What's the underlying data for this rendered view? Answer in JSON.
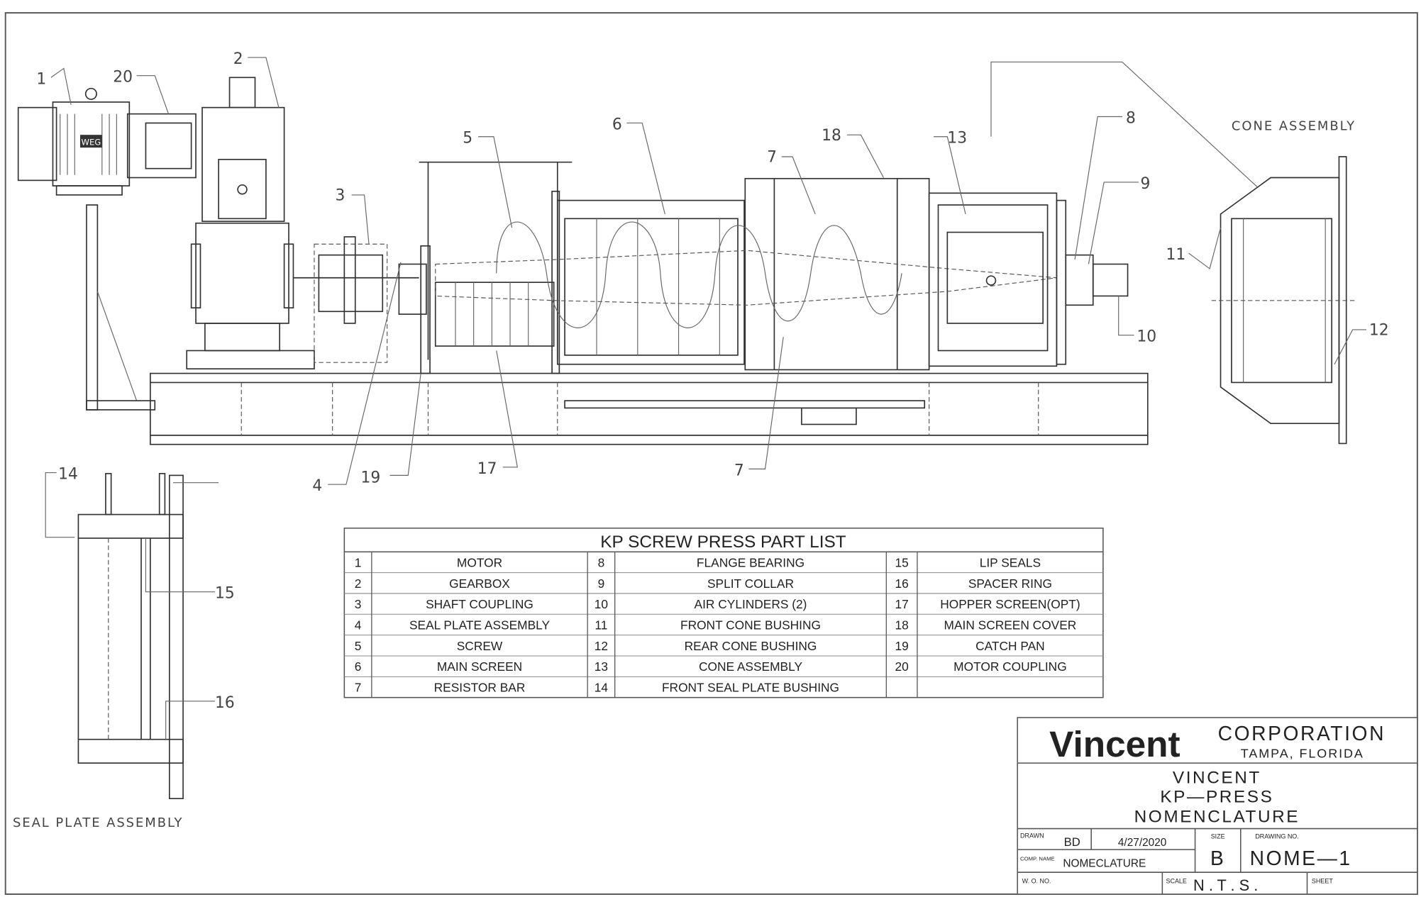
{
  "drawing": {
    "callouts": [
      "1",
      "20",
      "2",
      "3",
      "5",
      "6",
      "18",
      "7",
      "13",
      "8",
      "9",
      "10",
      "11",
      "12",
      "4",
      "19",
      "17",
      "7",
      "14",
      "15",
      "16"
    ],
    "cone_assembly_label": "CONE ASSEMBLY",
    "seal_plate_label": "SEAL PLATE ASSEMBLY",
    "motor_badge": "WEG"
  },
  "part_list": {
    "title": "KP SCREW PRESS PART LIST",
    "parts": [
      {
        "no": "1",
        "name": "MOTOR"
      },
      {
        "no": "2",
        "name": "GEARBOX"
      },
      {
        "no": "3",
        "name": "SHAFT COUPLING"
      },
      {
        "no": "4",
        "name": "SEAL PLATE ASSEMBLY"
      },
      {
        "no": "5",
        "name": "SCREW"
      },
      {
        "no": "6",
        "name": "MAIN SCREEN"
      },
      {
        "no": "7",
        "name": "RESISTOR BAR"
      },
      {
        "no": "8",
        "name": "FLANGE BEARING"
      },
      {
        "no": "9",
        "name": "SPLIT COLLAR"
      },
      {
        "no": "10",
        "name": "AIR CYLINDERS (2)"
      },
      {
        "no": "11",
        "name": "FRONT CONE BUSHING"
      },
      {
        "no": "12",
        "name": "REAR CONE BUSHING"
      },
      {
        "no": "13",
        "name": "CONE ASSEMBLY"
      },
      {
        "no": "14",
        "name": "FRONT SEAL PLATE BUSHING"
      },
      {
        "no": "15",
        "name": "LIP SEALS"
      },
      {
        "no": "16",
        "name": "SPACER RING"
      },
      {
        "no": "17",
        "name": "HOPPER SCREEN(OPT)"
      },
      {
        "no": "18",
        "name": "MAIN SCREEN COVER"
      },
      {
        "no": "19",
        "name": "CATCH PAN"
      },
      {
        "no": "20",
        "name": "MOTOR COUPLING"
      }
    ]
  },
  "title_block": {
    "company": "Vincent",
    "company_suffix": "CORPORATION",
    "location": "TAMPA, FLORIDA",
    "title_lines": [
      "VINCENT",
      "KP—PRESS",
      "NOMENCLATURE"
    ],
    "drawn_label": "DRAWN",
    "drawn_by": "BD",
    "date": "4/27/2020",
    "size_label": "SIZE",
    "size": "B",
    "drawing_no_label": "DRAWING NO.",
    "drawing_no": "NOME—1",
    "comp_name_label": "COMP. NAME",
    "comp_name": "NOMECLATURE",
    "wo_label": "W. O. NO.",
    "scale_label": "SCALE",
    "scale": "N . T . S .",
    "sheet_label": "SHEET"
  }
}
